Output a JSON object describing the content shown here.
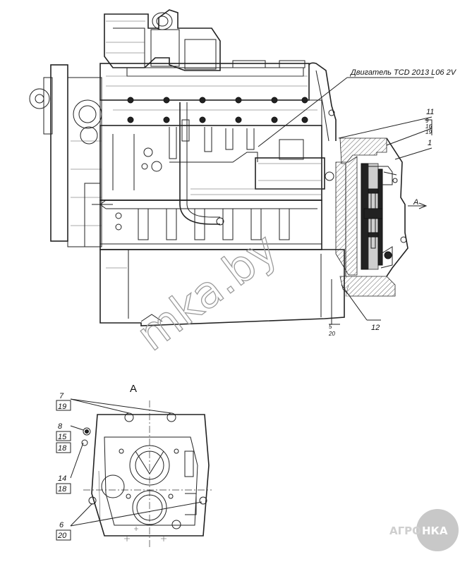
{
  "drawing": {
    "engine_label": "Двигатель TCD 2013 L06 2V",
    "view_label": "A",
    "arrow_label": "A"
  },
  "callouts": {
    "c1": "1",
    "c9": "9",
    "c16": "16",
    "c19": "19",
    "c11": "11",
    "c12": "12",
    "c5": "5",
    "c20": "20",
    "v7": "7",
    "v19": "19",
    "v8": "8",
    "v15": "15",
    "v18a": "18",
    "v14": "14",
    "v18b": "18",
    "v6": "6",
    "v20": "20"
  },
  "watermark": "mka.by",
  "logo": {
    "left": "АГРО",
    "right": "НКА",
    "circle_color": "#c8c8c8"
  }
}
